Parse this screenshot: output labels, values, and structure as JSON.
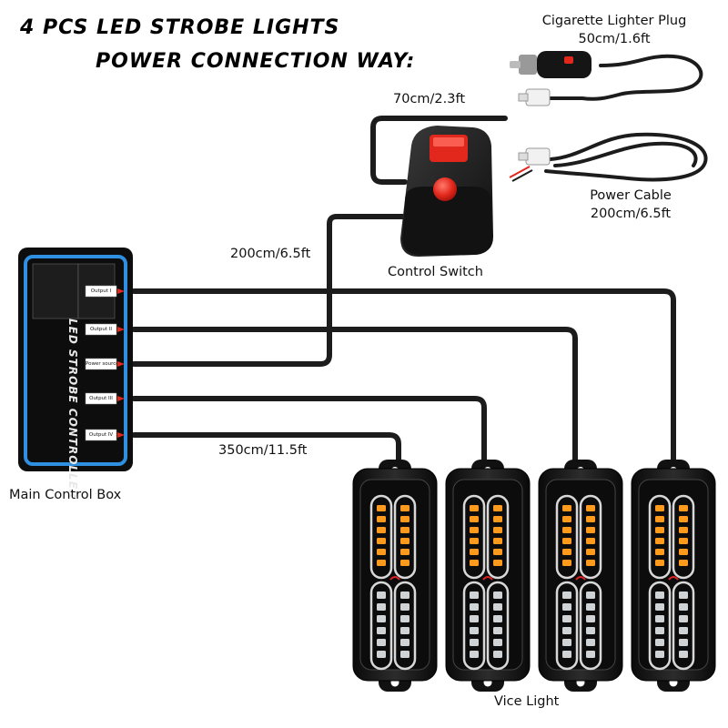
{
  "title": {
    "line1": "4 PCS LED STROBE LIGHTS",
    "line2": "POWER CONNECTION WAY:"
  },
  "labels": {
    "lighter_plug_name": "Cigarette Lighter Plug",
    "lighter_plug_length": "50cm/1.6ft",
    "switch_cable_length": "70cm/2.3ft",
    "power_cable_name": "Power Cable",
    "power_cable_length": "200cm/6.5ft",
    "control_switch": "Control Switch",
    "box_cable_length": "200cm/6.5ft",
    "light_cable_length": "350cm/11.5ft",
    "main_control_box": "Main Control Box",
    "vice_light": "Vice Light"
  },
  "control_box": {
    "brand_text": "LED STROBE CONTROLLER",
    "ports": [
      "Output I",
      "Output II",
      "Power source",
      "Output III",
      "Output IV"
    ]
  },
  "colors": {
    "cable": "#1c1c1c",
    "box_border": "#2f8fe0",
    "switch_red": "#e2271c",
    "led_amber": "#ff9a1c"
  },
  "vice_lights": [
    {
      "name": "vice-light-1"
    },
    {
      "name": "vice-light-2"
    },
    {
      "name": "vice-light-3"
    },
    {
      "name": "vice-light-4"
    }
  ]
}
